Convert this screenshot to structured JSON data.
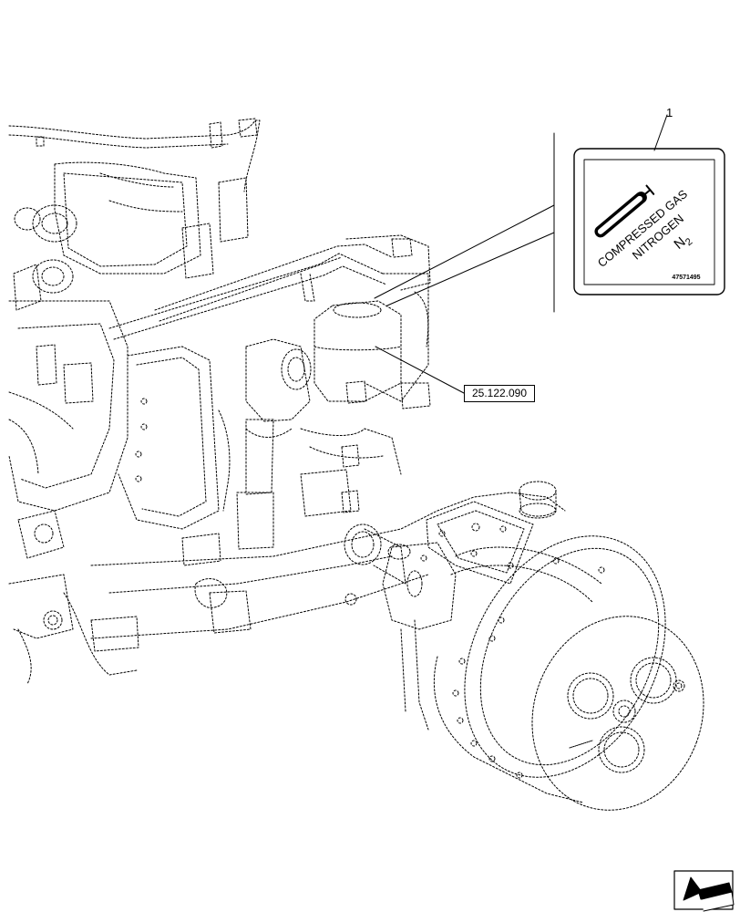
{
  "decal": {
    "line1": "COMPRESSED GAS",
    "line2": "NITROGEN",
    "formula_letter": "N",
    "formula_subscript": "2",
    "part_number": "47571495"
  },
  "callout": {
    "number": "1"
  },
  "reference": {
    "label": "25.122.090"
  },
  "nav": {
    "icon": "next-page-arrow-icon"
  },
  "colors": {
    "line": "#000000",
    "background": "#ffffff"
  }
}
